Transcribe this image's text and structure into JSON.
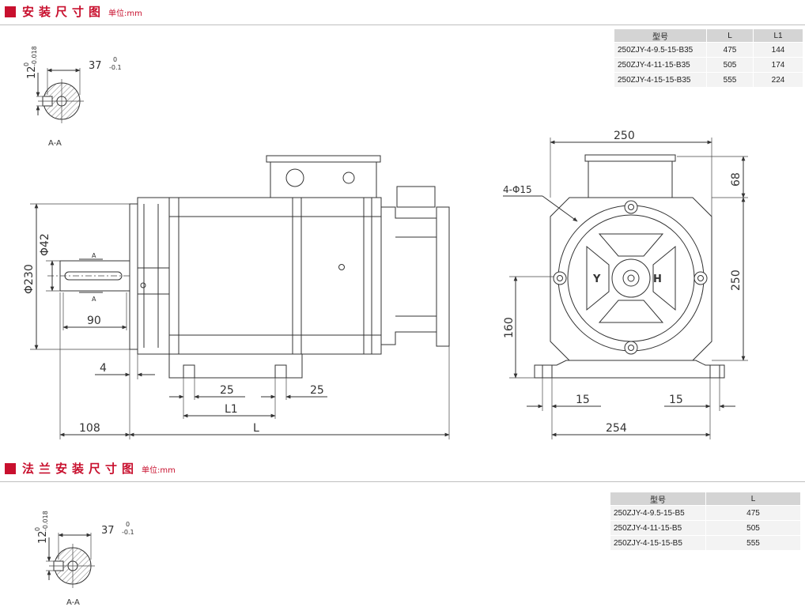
{
  "section1": {
    "title": "安装尺寸图",
    "unit": "单位:mm",
    "table": {
      "headers": [
        "型号",
        "L",
        "L1"
      ],
      "rows": [
        [
          "250ZJY-4-9.5-15-B35",
          "475",
          "144"
        ],
        [
          "250ZJY-4-11-15-B35",
          "505",
          "174"
        ],
        [
          "250ZJY-4-15-15-B35",
          "555",
          "224"
        ]
      ]
    },
    "section_view": {
      "dim_key": "12",
      "dim_key_tol_upper": "0",
      "dim_key_tol_lower": "-0.018",
      "dim_depth": "37",
      "dim_depth_tol_upper": "0",
      "dim_depth_tol_lower": "-0.1",
      "label": "A-A"
    },
    "side_view": {
      "dim_d42": "Φ42",
      "dim_d230": "Φ230",
      "section_mark": "A",
      "dim_90": "90",
      "dim_4": "4",
      "dim_25a": "25",
      "dim_25b": "25",
      "dim_L1": "L1",
      "dim_108": "108",
      "dim_L": "L"
    },
    "end_view": {
      "dim_250_top": "250",
      "hole_label": "4-Φ15",
      "dim_68": "68",
      "dim_250_side": "250",
      "dim_160": "160",
      "dim_15a": "15",
      "dim_15b": "15",
      "dim_254": "254",
      "letter_left": "Y",
      "letter_right": "H"
    }
  },
  "section2": {
    "title": "法兰安装尺寸图",
    "unit": "单位:mm",
    "table": {
      "headers": [
        "型号",
        "L"
      ],
      "rows": [
        [
          "250ZJY-4-9.5-15-B5",
          "475"
        ],
        [
          "250ZJY-4-11-15-B5",
          "505"
        ],
        [
          "250ZJY-4-15-15-B5",
          "555"
        ]
      ]
    },
    "section_view": {
      "dim_key": "12",
      "dim_key_tol_upper": "0",
      "dim_key_tol_lower": "-0.018",
      "dim_depth": "37",
      "dim_depth_tol_upper": "0",
      "dim_depth_tol_lower": "-0.1",
      "label": "A-A"
    }
  },
  "colors": {
    "accent": "#c8102e",
    "table_header": "#d4d4d4",
    "table_cell": "#f3f3f3"
  }
}
